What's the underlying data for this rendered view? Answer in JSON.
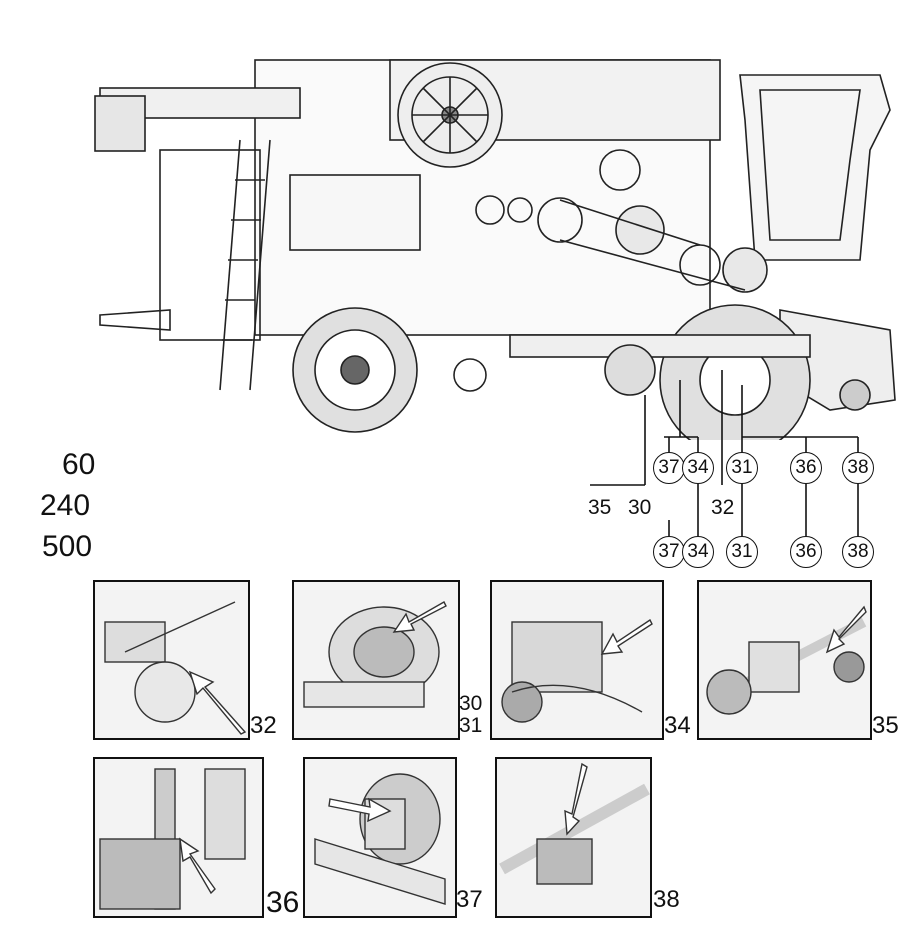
{
  "service_hours": [
    "60",
    "240",
    "500"
  ],
  "callouts_upper": [
    "37",
    "34",
    "31",
    "36",
    "38"
  ],
  "callouts_middle_plain": [
    "35",
    "30",
    "32"
  ],
  "callouts_lower": [
    "37",
    "34",
    "31",
    "36",
    "38"
  ],
  "thumbnails": [
    {
      "label": "32"
    },
    {
      "label": "30"
    },
    {
      "label": "31"
    },
    {
      "label": "34"
    },
    {
      "label": "35"
    },
    {
      "label": "36"
    },
    {
      "label": "37"
    },
    {
      "label": "38"
    }
  ]
}
